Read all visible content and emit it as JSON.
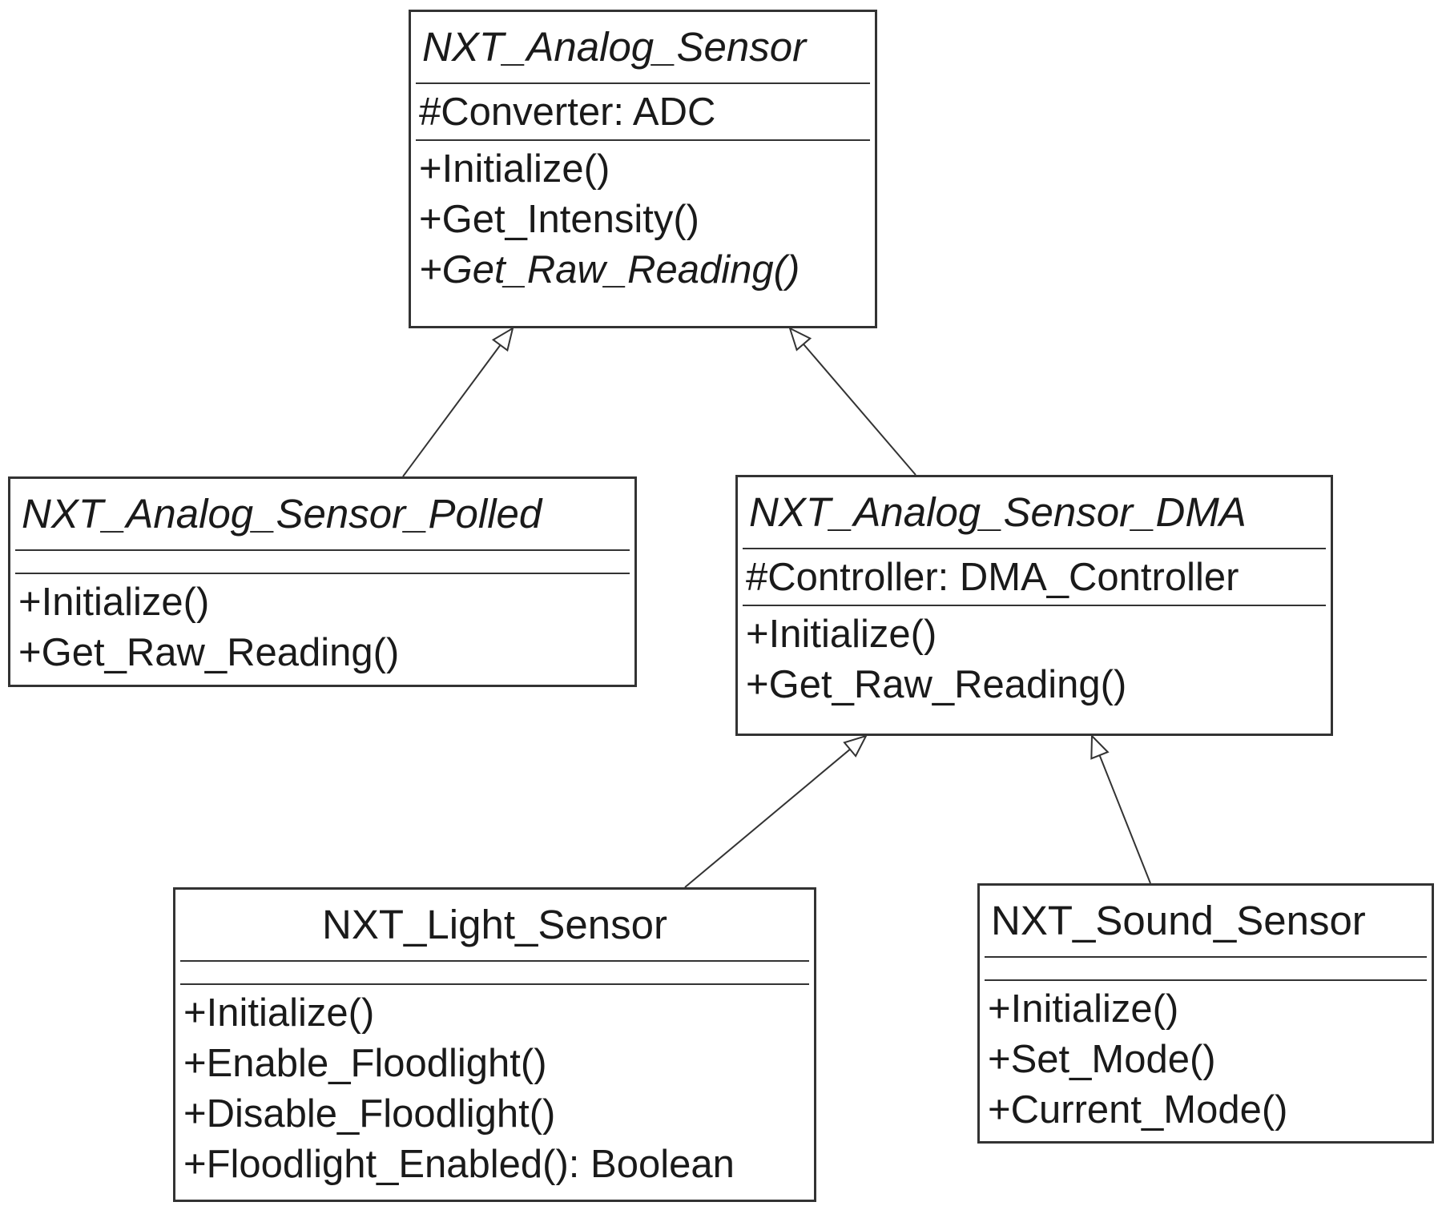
{
  "classes": {
    "analog_sensor": {
      "name": "NXT_Analog_Sensor",
      "abstract": true,
      "attributes": [
        "#Converter: ADC"
      ],
      "operations": [
        {
          "text": "+Initialize()",
          "abstract": false
        },
        {
          "text": "+Get_Intensity()",
          "abstract": false
        },
        {
          "text": "+Get_Raw_Reading()",
          "abstract": true
        }
      ]
    },
    "polled": {
      "name": "NXT_Analog_Sensor_Polled",
      "abstract": true,
      "attributes": [],
      "operations": [
        {
          "text": "+Initialize()",
          "abstract": false
        },
        {
          "text": "+Get_Raw_Reading()",
          "abstract": false
        }
      ]
    },
    "dma": {
      "name": "NXT_Analog_Sensor_DMA",
      "abstract": true,
      "attributes": [
        "#Controller: DMA_Controller"
      ],
      "operations": [
        {
          "text": "+Initialize()",
          "abstract": false
        },
        {
          "text": "+Get_Raw_Reading()",
          "abstract": false
        }
      ]
    },
    "light": {
      "name": "NXT_Light_Sensor",
      "abstract": false,
      "attributes": [],
      "operations": [
        {
          "text": "+Initialize()",
          "abstract": false
        },
        {
          "text": "+Enable_Floodlight()",
          "abstract": false
        },
        {
          "text": "+Disable_Floodlight()",
          "abstract": false
        },
        {
          "text": "+Floodlight_Enabled(): Boolean",
          "abstract": false
        }
      ]
    },
    "sound": {
      "name": "NXT_Sound_Sensor",
      "abstract": false,
      "attributes": [],
      "operations": [
        {
          "text": "+Initialize()",
          "abstract": false
        },
        {
          "text": "+Set_Mode()",
          "abstract": false
        },
        {
          "text": "+Current_Mode()",
          "abstract": false
        }
      ]
    }
  },
  "generalizations": [
    {
      "child": "polled",
      "parent": "analog_sensor"
    },
    {
      "child": "dma",
      "parent": "analog_sensor"
    },
    {
      "child": "light",
      "parent": "dma"
    },
    {
      "child": "sound",
      "parent": "dma"
    }
  ],
  "colors": {
    "line": "#333333",
    "text": "#1a1a1a",
    "background": "#ffffff"
  }
}
